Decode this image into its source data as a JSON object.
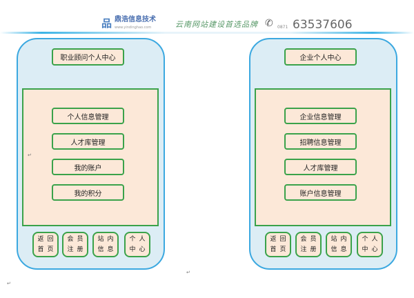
{
  "header": {
    "logo_name": "鼎浩信息技术",
    "logo_url": "www.yindinghao.com",
    "slogan": "云南网站建设首选品牌",
    "area_code": "0871",
    "phone": "63537606"
  },
  "left": {
    "title": "职业顾问个人中心",
    "items": [
      "个人信息管理",
      "人才库管理",
      "我的账户",
      "我的积分"
    ],
    "bottom": [
      [
        "返回",
        "首页"
      ],
      [
        "会员",
        "注册"
      ],
      [
        "站内",
        "信息"
      ],
      [
        "个人",
        "中心"
      ]
    ]
  },
  "right": {
    "title": "企业个人中心",
    "items": [
      "企业信息管理",
      "招聘信息管理",
      "人才库管理",
      "账户信息管理"
    ],
    "bottom": [
      [
        "返回",
        "首页"
      ],
      [
        "会员",
        "注册"
      ],
      [
        "站内",
        "信息"
      ],
      [
        "个人",
        "中心"
      ]
    ]
  }
}
